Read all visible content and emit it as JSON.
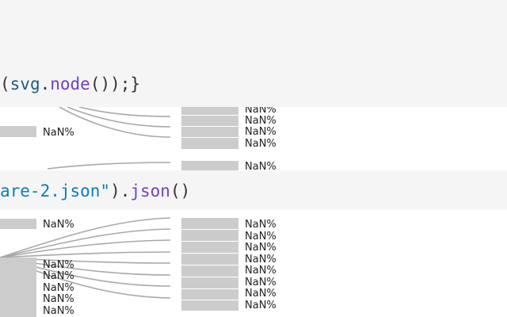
{
  "cells": [
    {
      "code_tokens": [
        {
          "text": "(",
          "kind": "punc"
        },
        {
          "text": "svg",
          "kind": "var"
        },
        {
          "text": ".",
          "kind": "punc"
        },
        {
          "text": "node",
          "kind": "fn"
        },
        {
          "text": "());}",
          "kind": "punc"
        }
      ]
    },
    {
      "code_tokens": [
        {
          "text": "are-2.json\"",
          "kind": "str"
        },
        {
          "text": ").",
          "kind": "punc"
        },
        {
          "text": "json",
          "kind": "fn"
        },
        {
          "text": "()",
          "kind": "punc"
        }
      ]
    }
  ],
  "outputs": [
    {
      "left_labels": [
        "NaN%"
      ],
      "right_labels": [
        "NaN%",
        "NaN%",
        "NaN%",
        "NaN%",
        "NaN%"
      ]
    },
    {
      "left_labels": [
        "NaN%",
        "NaN%",
        "NaN%",
        "NaN%",
        "NaN%",
        "NaN%"
      ],
      "right_labels": [
        "NaN%",
        "NaN%",
        "NaN%",
        "NaN%",
        "NaN%",
        "NaN%",
        "NaN%",
        "NaN%"
      ]
    }
  ]
}
